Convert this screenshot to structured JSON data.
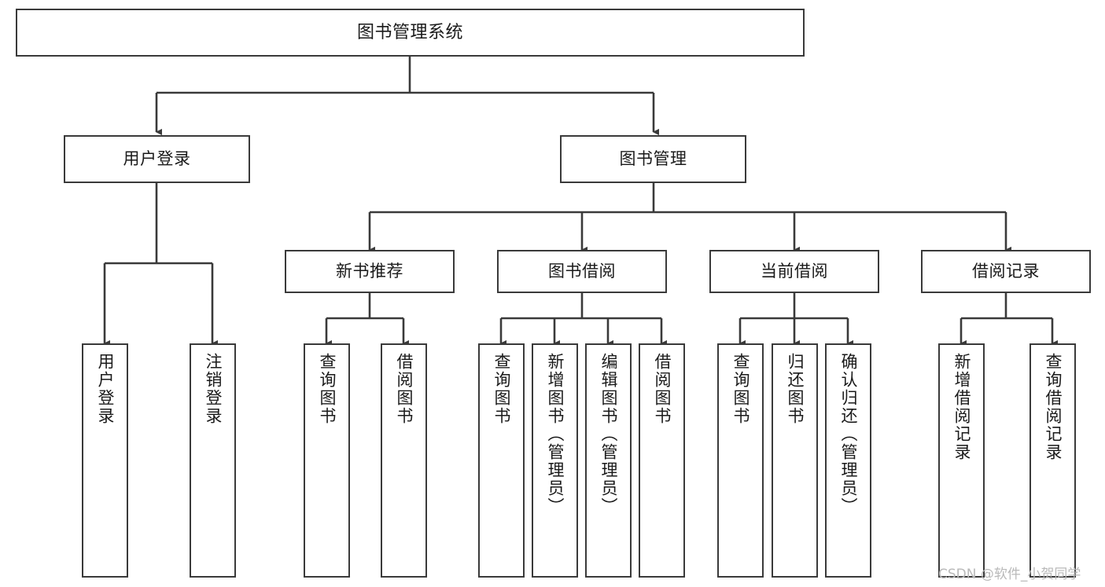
{
  "diagram": {
    "type": "tree-hierarchy",
    "title": "图书管理系统",
    "watermark": "CSDN @软件_小贺同学",
    "colors": {
      "border": "#3a3a3a",
      "background": "#ffffff",
      "text": "#1a1a1a",
      "watermark": "#b9b9b9"
    },
    "nodes": {
      "root": {
        "label": "图书管理系统"
      },
      "level2": [
        {
          "label": "用户登录"
        },
        {
          "label": "图书管理"
        }
      ],
      "level3": [
        {
          "label": "新书推荐"
        },
        {
          "label": "图书借阅"
        },
        {
          "label": "当前借阅"
        },
        {
          "label": "借阅记录"
        }
      ],
      "leaves": {
        "user_login": [
          {
            "label": "用户登录"
          },
          {
            "label": "注销登录"
          }
        ],
        "new_book_recommend": [
          {
            "label": "查询图书"
          },
          {
            "label": "借阅图书"
          }
        ],
        "book_borrow": [
          {
            "label": "查询图书"
          },
          {
            "label": "新增图书（管理员）"
          },
          {
            "label": "编辑图书（管理员）"
          },
          {
            "label": "借阅图书"
          }
        ],
        "current_borrow": [
          {
            "label": "查询图书"
          },
          {
            "label": "归还图书"
          },
          {
            "label": "确认归还（管理员）"
          }
        ],
        "borrow_record": [
          {
            "label": "新增借阅记录"
          },
          {
            "label": "查询借阅记录"
          }
        ]
      }
    }
  }
}
